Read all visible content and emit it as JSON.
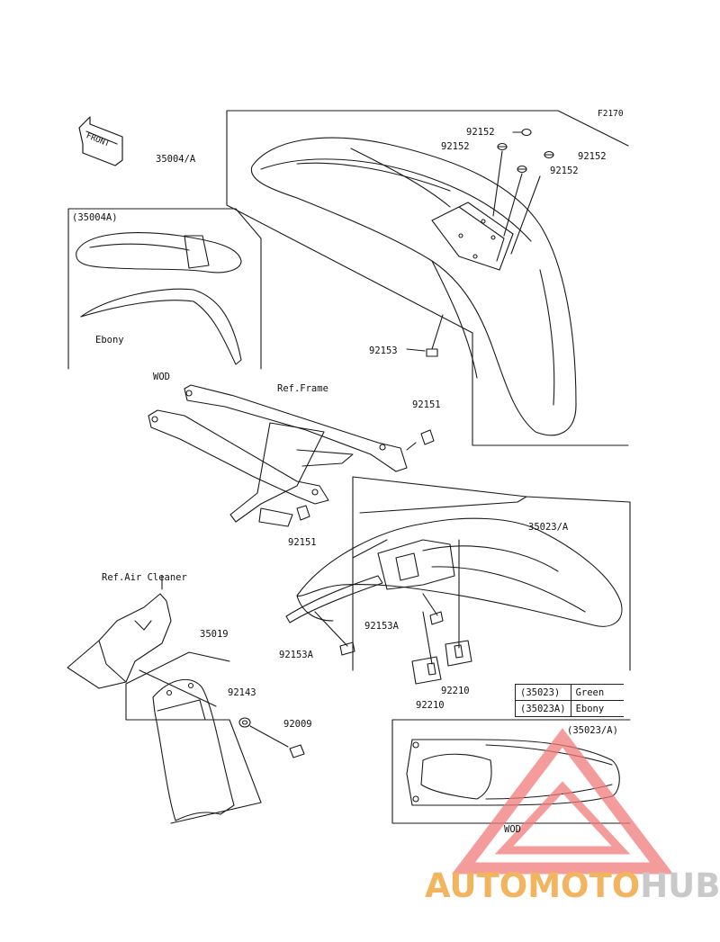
{
  "figure_code": "F2170",
  "front_label": "FRONT",
  "parts": {
    "front_fender": "35004/A",
    "front_fender_alt": "(35004A)",
    "ebony": "Ebony",
    "rear_fender": "35023/A",
    "rear_fender_alt": "(35023/A)",
    "mud_flap": "35019",
    "washer_92152_a": "92152",
    "washer_92152_b": "92152",
    "washer_92152_c": "92152",
    "washer_92152_d": "92152",
    "bolt_92153": "92153",
    "bolt_92153a_1": "92153A",
    "bolt_92153a_2": "92153A",
    "bolt_92151_1": "92151",
    "bolt_92151_2": "92151",
    "nut_92210_1": "92210",
    "nut_92210_2": "92210",
    "collar_92143": "92143",
    "screw_92009": "92009"
  },
  "refs": {
    "frame": "Ref.Frame",
    "air_cleaner": "Ref.Air Cleaner"
  },
  "wod_1": "WOD",
  "wod_2": "WOD",
  "legend": [
    {
      "code": "(35023)",
      "color": "Green"
    },
    {
      "code": "(35023A)",
      "color": "Ebony"
    }
  ],
  "watermark": {
    "part_a": "AUTOMOTO",
    "part_b": "HUB"
  }
}
